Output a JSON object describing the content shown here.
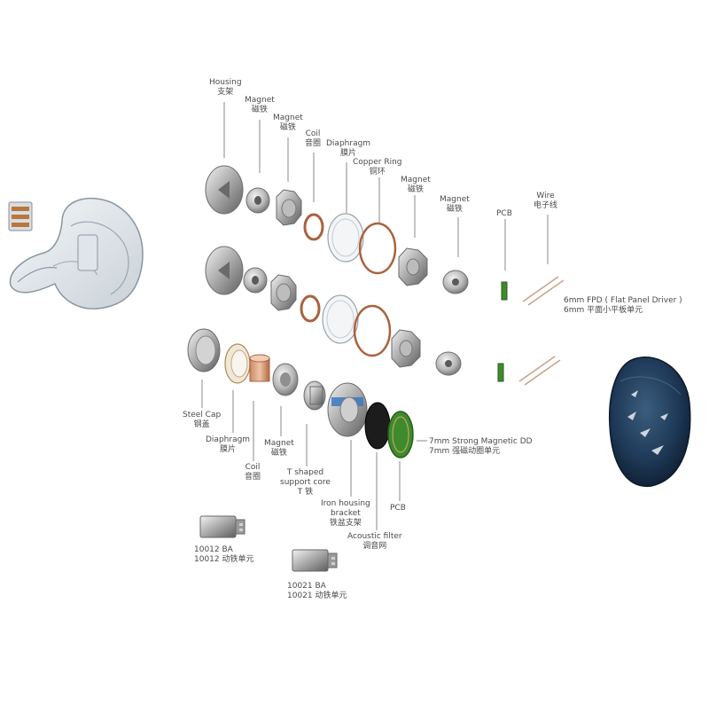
{
  "labels": {
    "housing": {
      "en": "Housing",
      "zh": "支架"
    },
    "magnet1": {
      "en": "Magnet",
      "zh": "磁铁"
    },
    "magnet2": {
      "en": "Magnet",
      "zh": "磁铁"
    },
    "coil_top": {
      "en": "Coil",
      "zh": "音圈"
    },
    "diaphragm_top": {
      "en": "Diaphragm",
      "zh": "膜片"
    },
    "copper_ring": {
      "en": "Copper Ring",
      "zh": "铜环"
    },
    "magnet3": {
      "en": "Magnet",
      "zh": "磁铁"
    },
    "magnet4": {
      "en": "Magnet",
      "zh": "磁铁"
    },
    "pcb_top": {
      "en": "PCB"
    },
    "wire": {
      "en": "Wire",
      "zh": "电子线"
    },
    "fpd": {
      "en": "6mm FPD ( Flat Panel Driver )",
      "zh": "6mm 平面小平板单元"
    },
    "steel_cap": {
      "en": "Steel Cap",
      "zh": "钢盖"
    },
    "diaphragm_bottom": {
      "en": "Diaphragm",
      "zh": "膜片"
    },
    "coil_bottom": {
      "en": "Coil",
      "zh": "音圈"
    },
    "magnet_bottom": {
      "en": "Magnet",
      "zh": "磁铁"
    },
    "t_core": {
      "en1": "T shaped",
      "en2": "support core",
      "zh": "T 铁"
    },
    "iron_bracket": {
      "en1": "Iron housing",
      "en2": "bracket",
      "zh": "铁盆支架"
    },
    "acoustic_filter": {
      "en": "Acoustic filter",
      "zh": "调音网"
    },
    "pcb_bottom": {
      "en": "PCB"
    },
    "dd": {
      "en": "7mm Strong Magnetic DD",
      "zh": "7mm 强磁动圈单元"
    },
    "ba1": {
      "en": "10012 BA",
      "zh": "10012 动铁单元"
    },
    "ba2": {
      "en": "10021 BA",
      "zh": "10021 动铁单元"
    }
  },
  "colors": {
    "leader": "#8a8a8a",
    "metal_light": "#e4e4e4",
    "metal_dark": "#7d7d7d",
    "copper": "#a9623e",
    "blue_band": "#3b78c2",
    "pcb_green": "#3f8a2c",
    "shell_blue": "#1e3550",
    "transparent_shell": "#c9d2da"
  },
  "icons": {
    "left_shell": "transparent-earphone-shell-icon",
    "right_shell": "blue-faceplate-earphone-icon"
  }
}
